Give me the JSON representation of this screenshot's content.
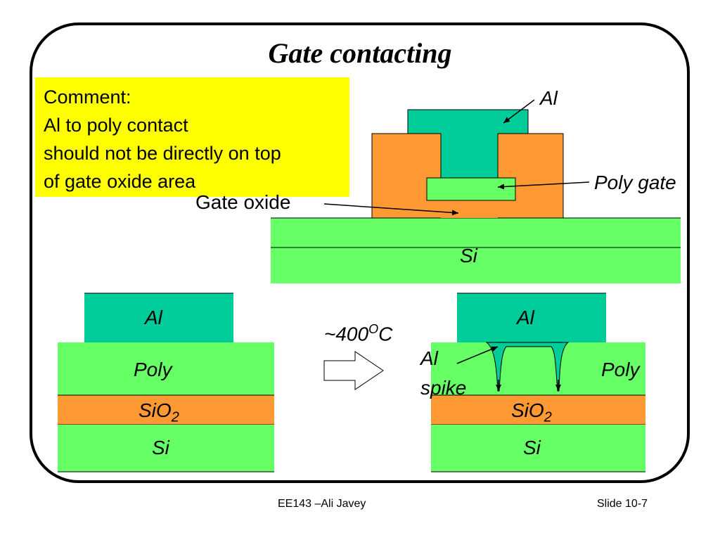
{
  "slide": {
    "title": "Gate contacting",
    "footer_center": "EE143 –Ali Javey",
    "footer_right": "Slide 10-7"
  },
  "comment": {
    "lines": [
      "Comment:",
      "Al to poly contact",
      "should not be directly on top",
      "of gate oxide area"
    ]
  },
  "top_diagram": {
    "labels": {
      "al": "Al",
      "poly_gate": "Poly gate",
      "gate_oxide": "Gate oxide",
      "si": "Si"
    }
  },
  "bottom_left": {
    "labels": {
      "al": "Al",
      "poly": "Poly",
      "sio2_base": "SiO",
      "sio2_sub": "2",
      "si": "Si"
    }
  },
  "process": {
    "temp_base": "~400",
    "temp_sup": "O",
    "temp_unit": "C"
  },
  "bottom_right": {
    "labels": {
      "al": "Al",
      "spike_line1": "Al",
      "spike_line2": "spike",
      "poly": "Poly",
      "sio2_base": "SiO",
      "sio2_sub": "2",
      "si": "Si"
    }
  },
  "colors": {
    "al": "#00cc99",
    "poly": "#66ff66",
    "oxide": "#ff9933",
    "comment_bg": "#ffff00"
  }
}
